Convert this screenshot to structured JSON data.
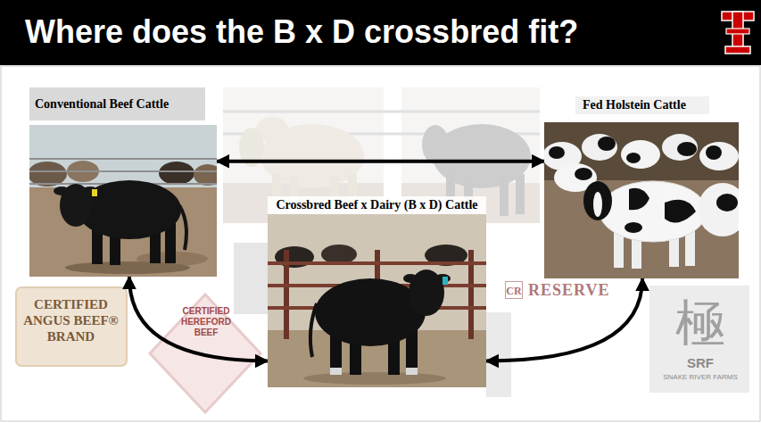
{
  "diagram": {
    "title": "Where does the B x D crossbred fit?",
    "nodes": [
      {
        "text": [
          "Conventional Beef Cattle"
        ]
      },
      {
        "text": [
          "Fed Holstein Cattle"
        ]
      },
      {
        "text": [
          "Crossbred Beef x Dairy (B x D) Cattle"
        ]
      }
    ],
    "edges": [
      {
        "from": 0,
        "to": 1,
        "arrow": "both"
      },
      {
        "from": 0,
        "to": 2,
        "arrow": "both"
      },
      {
        "from": 1,
        "to": 2,
        "arrow": "both"
      }
    ],
    "labels": [
      "CERTIFIED ANGUS BEEF® BRAND",
      "CERTIFIED HEREFORD BEEF",
      "CR",
      "RESERVE",
      "極",
      "SRF",
      "SNAKE RIVER FARMS"
    ]
  }
}
